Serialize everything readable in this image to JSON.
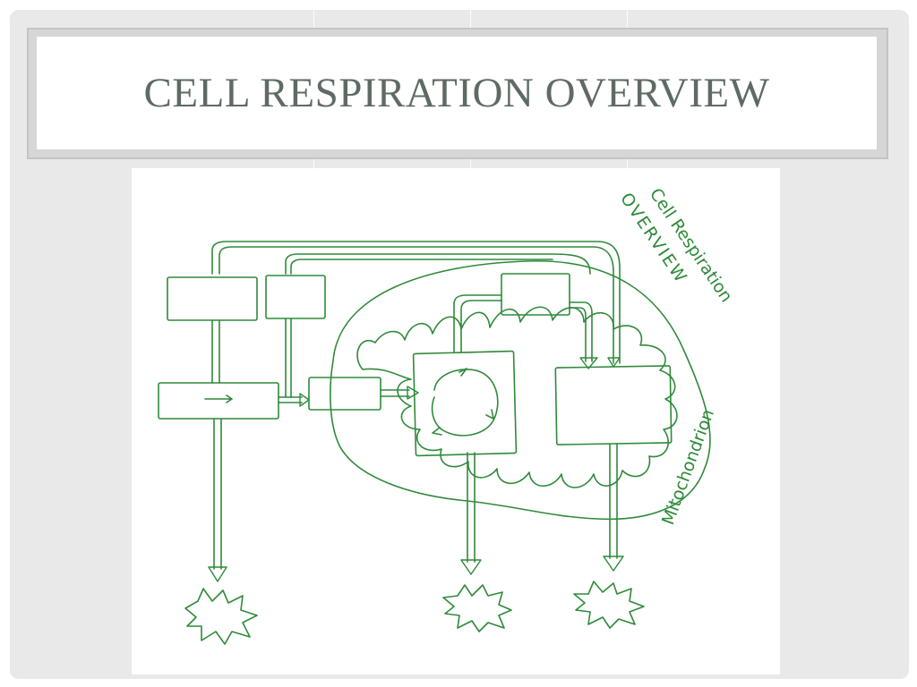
{
  "slide": {
    "title": "CELL RESPIRATION OVERVIEW"
  },
  "diagram": {
    "heading_line1": "Cell Respiration",
    "heading_line2": "OVERVIEW",
    "organelle_label": "Mitochondrion",
    "ink_color": "#2f8a3a"
  }
}
